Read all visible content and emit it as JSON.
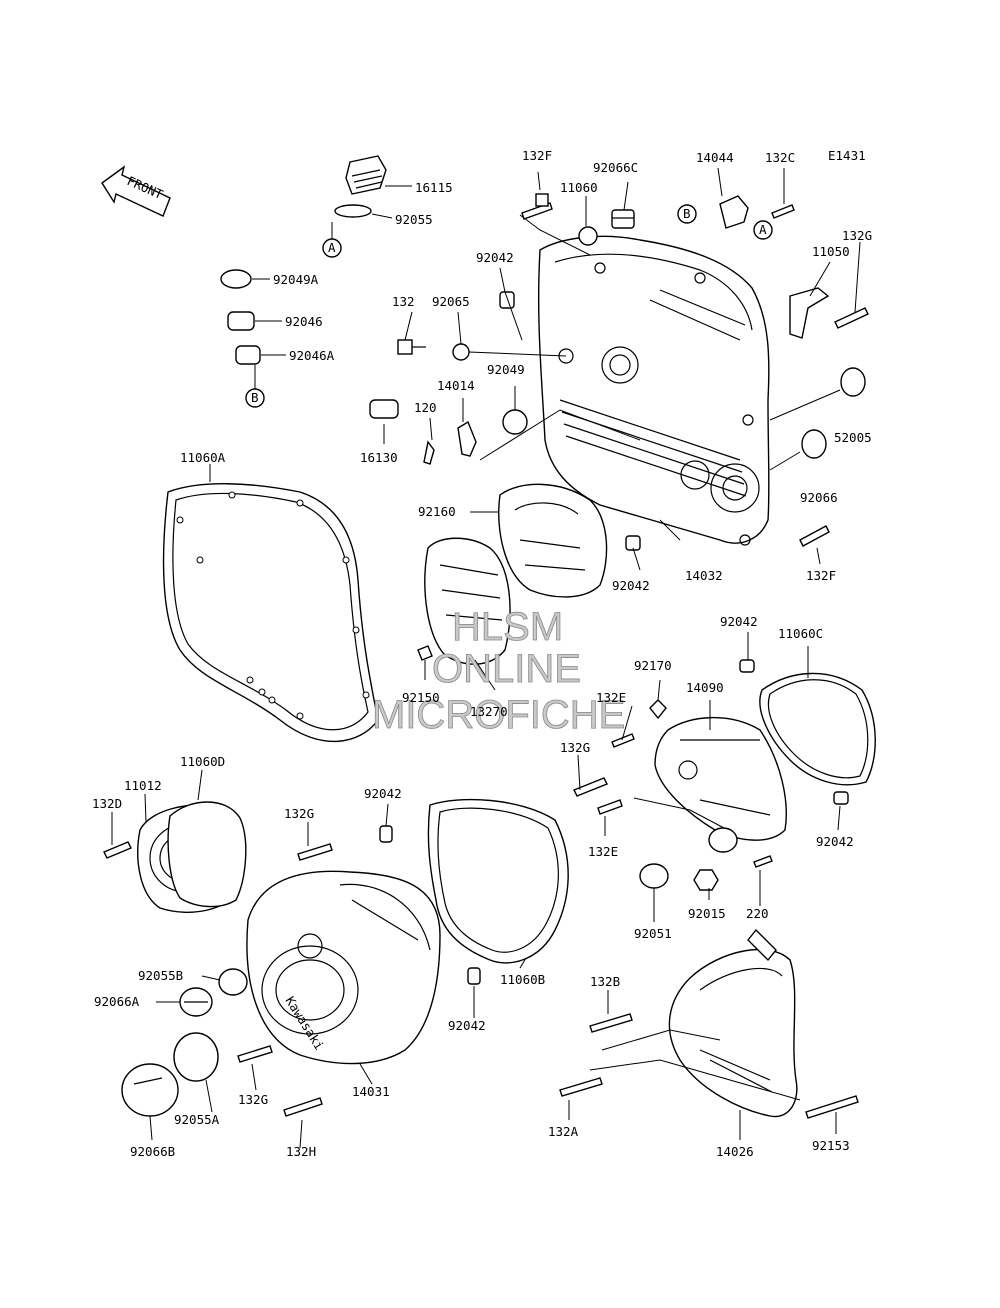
{
  "diagram_code": "E1431",
  "front_label": "FRONT",
  "markers": {
    "a": "A",
    "b": "B"
  },
  "watermark": {
    "line1": "HLSM",
    "line2": "ONLINE",
    "line3": "MICROFICHE"
  },
  "parts": {
    "p16115": "16115",
    "p92055": "92055",
    "p92049A": "92049A",
    "p92046": "92046",
    "p92046A": "92046A",
    "p132F_top": "132F",
    "p11060": "11060",
    "p92066C": "92066C",
    "p14044": "14044",
    "p132C": "132C",
    "p11050": "11050",
    "p132G_right": "132G",
    "p92042_a": "92042",
    "p132": "132",
    "p92065": "92065",
    "p14014": "14014",
    "p92049": "92049",
    "p120": "120",
    "p16130": "16130",
    "p52005": "52005",
    "p92066": "92066",
    "p11060A": "11060A",
    "p92160": "92160",
    "p92042_b": "92042",
    "p14032": "14032",
    "p132F_bot": "132F",
    "p92150": "92150",
    "p13270": "13270",
    "p92042_c": "92042",
    "p11060C": "11060C",
    "p92170": "92170",
    "p132E_a": "132E",
    "p14090": "14090",
    "p132G_mid": "132G",
    "p132E_b": "132E",
    "p92042_d": "92042",
    "p92051": "92051",
    "p92015": "92015",
    "p220": "220",
    "p11060D": "11060D",
    "p11012": "11012",
    "p132D": "132D",
    "p132G_left": "132G",
    "p92042_e": "92042",
    "p92055B": "92055B",
    "p92066A": "92066A",
    "p11060B": "11060B",
    "p92042_f": "92042",
    "p132G_low": "132G",
    "p92055A": "92055A",
    "p14031": "14031",
    "p92066B": "92066B",
    "p132H": "132H",
    "p132B": "132B",
    "p132A": "132A",
    "p14026": "14026",
    "p92153": "92153"
  }
}
